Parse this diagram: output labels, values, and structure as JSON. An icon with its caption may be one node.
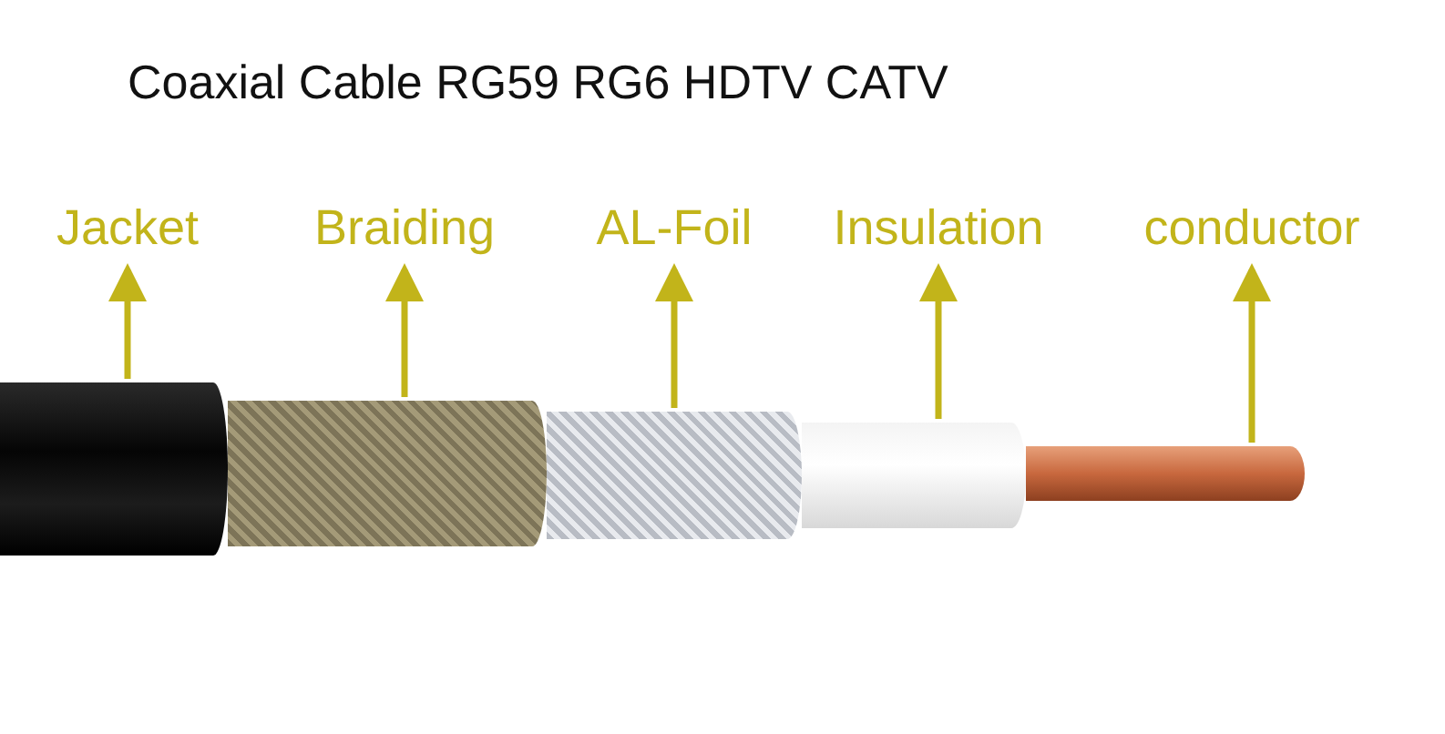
{
  "diagram": {
    "title": "Coaxial Cable RG59 RG6 HDTV CATV",
    "nodes": [
      {
        "text": [
          "Jacket"
        ]
      },
      {
        "text": [
          "Braiding"
        ]
      },
      {
        "text": [
          "AL-Foil"
        ]
      },
      {
        "text": [
          "Insulation"
        ]
      },
      {
        "text": [
          "conductor"
        ]
      },
      {
        "text": [],
        "shape": "bar"
      },
      {
        "text": [],
        "shape": "bar"
      },
      {
        "text": [],
        "shape": "bar"
      },
      {
        "text": [],
        "shape": "bar"
      },
      {
        "text": [],
        "shape": "bar"
      }
    ],
    "edges": [
      {
        "from": 5,
        "to": 0,
        "arrow": "to"
      },
      {
        "from": 6,
        "to": 1,
        "arrow": "to"
      },
      {
        "from": 7,
        "to": 2,
        "arrow": "to"
      },
      {
        "from": 8,
        "to": 3,
        "arrow": "to"
      },
      {
        "from": 9,
        "to": 4,
        "arrow": "to"
      }
    ]
  }
}
